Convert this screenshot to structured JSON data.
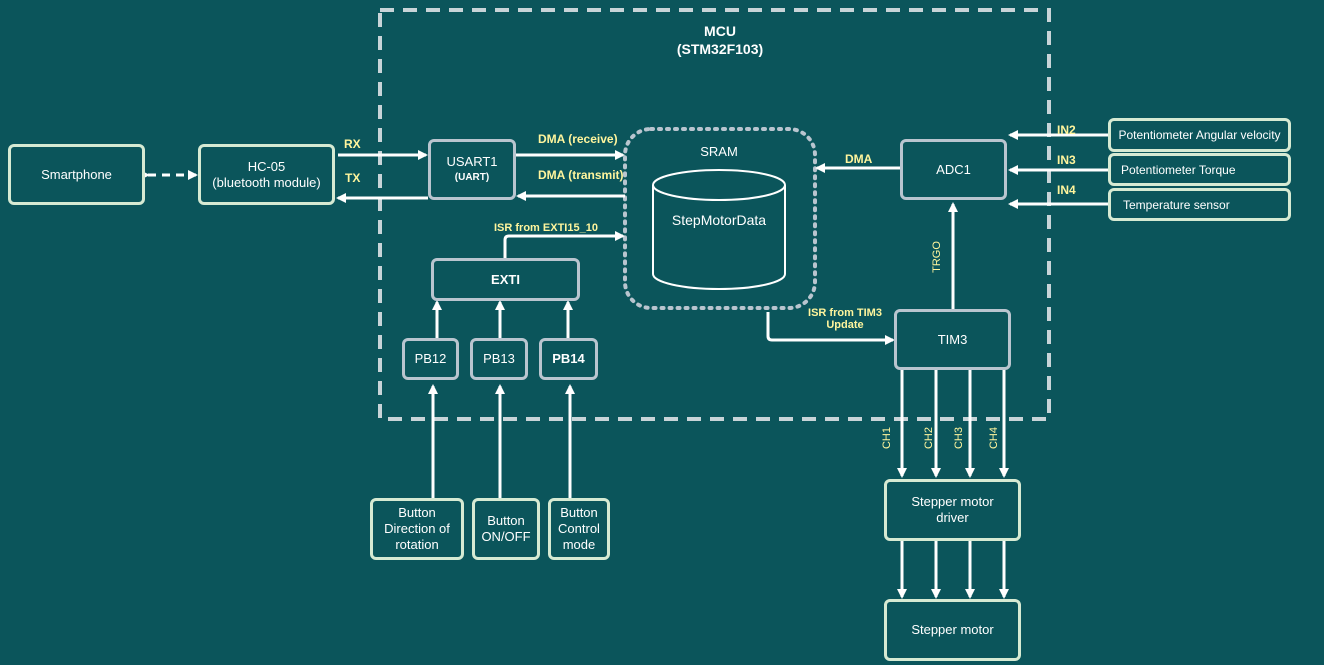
{
  "mcu": {
    "title": "MCU",
    "subtitle": "(STM32F103)"
  },
  "external": {
    "smartphone": "Smartphone",
    "hc05": "HC-05\n(bluetooth module)",
    "pot_velocity": "Potentiometer Angular velocity",
    "pot_torque": "Potentiometer Torque",
    "temp_sensor": "Temperature sensor",
    "btn_direction": "Button\nDirection of\nrotation",
    "btn_onoff": "Button\nON/OFF",
    "btn_mode": "Button\nControl\nmode",
    "motor_driver": "Stepper motor\ndriver",
    "motor": "Stepper motor"
  },
  "internal": {
    "usart": "USART1",
    "usart_sub": "(UART)",
    "sram": "SRAM",
    "sram_db": "StepMotorData",
    "adc": "ADC1",
    "exti": "EXTI",
    "pb12": "PB12",
    "pb13": "PB13",
    "pb14": "PB14",
    "tim3": "TIM3"
  },
  "labels": {
    "rx": "RX",
    "tx": "TX",
    "dma_receive": "DMA (receive)",
    "dma_transmit": "DMA (transmit)",
    "dma": "DMA",
    "isr_exti": "ISR from EXTI15_10",
    "isr_tim3": "ISR from TIM3\nUpdate",
    "trgo": "TRGO",
    "in2": "IN2",
    "in3": "IN3",
    "in4": "IN4",
    "ch1": "CH1",
    "ch2": "CH2",
    "ch3": "CH3",
    "ch4": "CH4"
  },
  "colors": {
    "background": "#0b555b",
    "label": "#fff59d",
    "external_border": "#d6ead3",
    "internal_border": "#b9c5cf",
    "arrow": "#ffffff"
  }
}
